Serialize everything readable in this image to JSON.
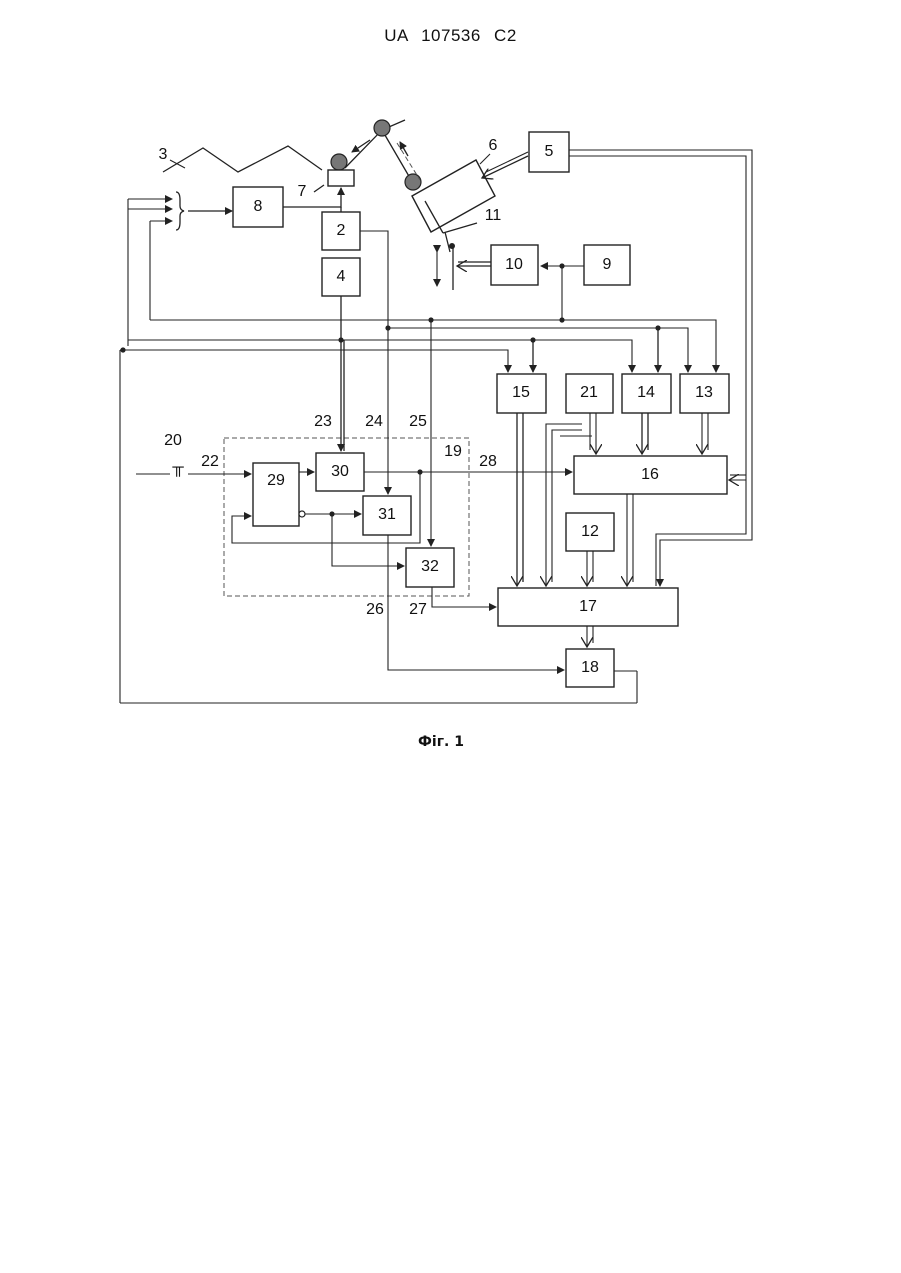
{
  "header": {
    "patent_id": "UA   107536   C2"
  },
  "figure": {
    "caption": "Фіг. 1"
  },
  "blocks": {
    "b2": "2",
    "b4": "4",
    "b5": "5",
    "b6": "6",
    "b8": "8",
    "b9": "9",
    "b10": "10",
    "b12": "12",
    "b13": "13",
    "b14": "14",
    "b15": "15",
    "b16": "16",
    "b17": "17",
    "b18": "18",
    "b21": "21",
    "b29": "29",
    "b30": "30",
    "b31": "31",
    "b32": "32"
  },
  "refs": {
    "r3": "3",
    "r7": "7",
    "r11": "11",
    "r19": "19",
    "r20": "20",
    "r22": "22",
    "r23": "23",
    "r24": "24",
    "r25": "25",
    "r26": "26",
    "r27": "27",
    "r28": "28"
  }
}
